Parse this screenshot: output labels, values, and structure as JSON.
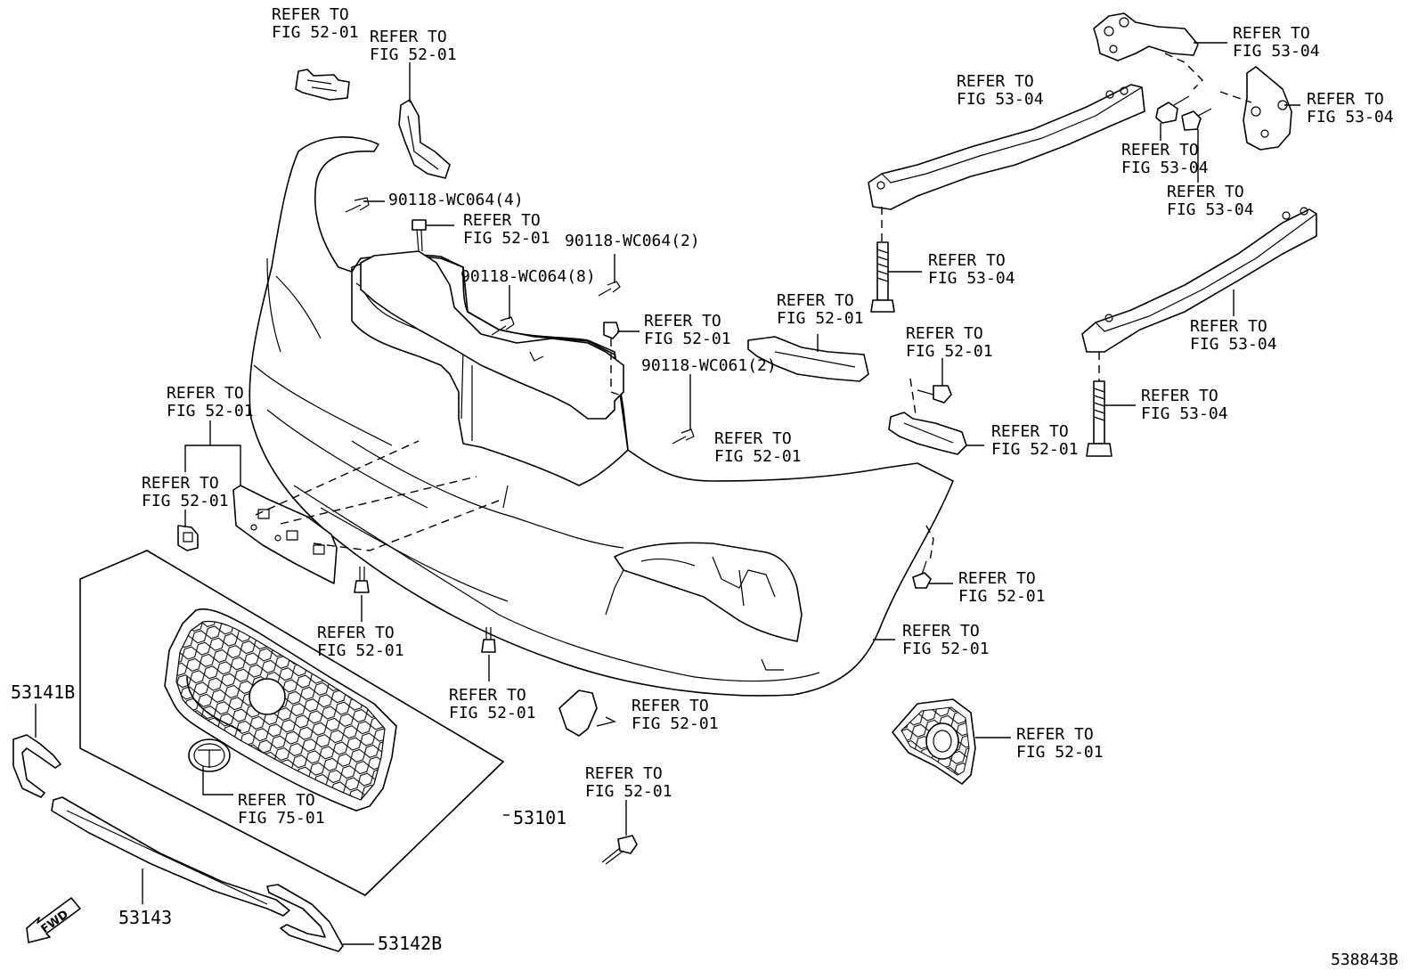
{
  "refer_labels": [
    {
      "id": "ref-1",
      "lines": [
        "REFER TO",
        "FIG 52-01"
      ]
    },
    {
      "id": "ref-2",
      "lines": [
        "REFER TO",
        "FIG 52-01"
      ]
    },
    {
      "id": "ref-3",
      "lines": [
        "REFER TO",
        "FIG 52-01"
      ]
    },
    {
      "id": "ref-4",
      "lines": [
        "REFER TO",
        "FIG 52-01"
      ]
    },
    {
      "id": "ref-5",
      "lines": [
        "REFER TO",
        "FIG 52-01"
      ]
    },
    {
      "id": "ref-6",
      "lines": [
        "REFER TO",
        "FIG 52-01"
      ]
    },
    {
      "id": "ref-7",
      "lines": [
        "REFER TO",
        "FIG 52-01"
      ]
    },
    {
      "id": "ref-8",
      "lines": [
        "REFER TO",
        "FIG 52-01"
      ]
    },
    {
      "id": "ref-9",
      "lines": [
        "REFER TO",
        "FIG 52-01"
      ]
    },
    {
      "id": "ref-10",
      "lines": [
        "REFER TO",
        "FIG 52-01"
      ]
    },
    {
      "id": "ref-11",
      "lines": [
        "REFER TO",
        "FIG 52-01"
      ]
    },
    {
      "id": "ref-12",
      "lines": [
        "REFER TO",
        "FIG 52-01"
      ]
    },
    {
      "id": "ref-13",
      "lines": [
        "REFER TO",
        "FIG 52-01"
      ]
    },
    {
      "id": "ref-14",
      "lines": [
        "REFER TO",
        "FIG 52-01"
      ]
    },
    {
      "id": "ref-15",
      "lines": [
        "REFER TO",
        "FIG 52-01"
      ]
    },
    {
      "id": "ref-16",
      "lines": [
        "REFER TO",
        "FIG 52-01"
      ]
    },
    {
      "id": "ref-17",
      "lines": [
        "REFER TO",
        "FIG 52-01"
      ]
    },
    {
      "id": "ref-18",
      "lines": [
        "REFER TO",
        "FIG 75-01"
      ]
    },
    {
      "id": "ref-19",
      "lines": [
        "REFER TO",
        "FIG 53-04"
      ]
    },
    {
      "id": "ref-20",
      "lines": [
        "REFER TO",
        "FIG 53-04"
      ]
    },
    {
      "id": "ref-21",
      "lines": [
        "REFER TO",
        "FIG 53-04"
      ]
    },
    {
      "id": "ref-22",
      "lines": [
        "REFER TO",
        "FIG 53-04"
      ]
    },
    {
      "id": "ref-23",
      "lines": [
        "REFER TO",
        "FIG 53-04"
      ]
    },
    {
      "id": "ref-24",
      "lines": [
        "REFER TO",
        "FIG 53-04"
      ]
    },
    {
      "id": "ref-25",
      "lines": [
        "REFER TO",
        "FIG 53-04"
      ]
    },
    {
      "id": "ref-26",
      "lines": [
        "REFER TO",
        "FIG 53-04"
      ]
    }
  ],
  "part_labels": [
    {
      "id": "pn-1",
      "text": "90118-WC064(4)"
    },
    {
      "id": "pn-2",
      "text": "90118-WC064(2)"
    },
    {
      "id": "pn-3",
      "text": "90118-WC064(8)"
    },
    {
      "id": "pn-4",
      "text": "90118-WC061(2)"
    },
    {
      "id": "pn-5",
      "text": "53141B"
    },
    {
      "id": "pn-6",
      "text": "53101"
    },
    {
      "id": "pn-7",
      "text": "53143"
    },
    {
      "id": "pn-8",
      "text": "53142B"
    },
    {
      "id": "pn-9",
      "text": "538843B"
    }
  ],
  "fwd_label": "FWD"
}
